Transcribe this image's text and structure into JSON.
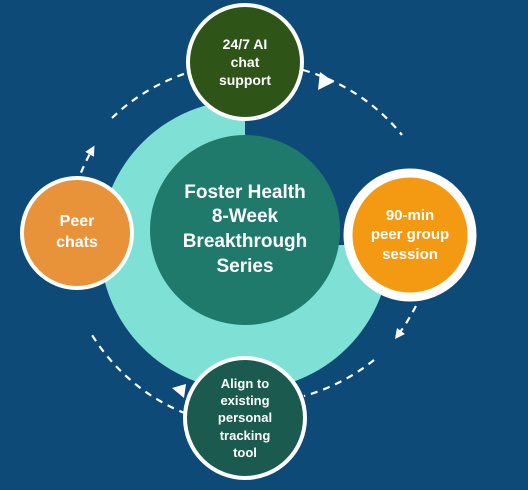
{
  "center": {
    "title": "Foster Health\n8-Week\nBreakthrough\nSeries",
    "color": "#1f7a6c"
  },
  "nodes": [
    {
      "id": "ai-chat",
      "label": "24/7 AI\nchat\nsupport",
      "color": "#2e5418",
      "text_color": "#ffffff"
    },
    {
      "id": "peer-group",
      "label": "90-min\npeer group\nsession",
      "color": "#f39a12",
      "text_color": "#ffffff"
    },
    {
      "id": "tracking",
      "label": "Align to\nexisting\npersonal\ntracking\ntool",
      "color": "#1b5a4e",
      "text_color": "#ffffff"
    },
    {
      "id": "peer-chats",
      "label": "Peer\nchats",
      "color": "#e8923a",
      "text_color": "#ffffff"
    }
  ],
  "colors": {
    "background": "#0d4a78",
    "ring": "#7fe0d6",
    "node_border": "#ffffff",
    "dashed_path": "#ffffff"
  }
}
